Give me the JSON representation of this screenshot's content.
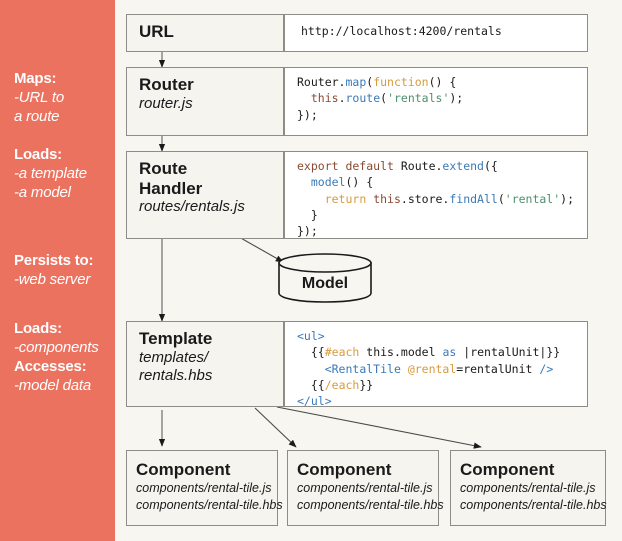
{
  "colors": {
    "rail_bg": "#ec7260",
    "canvas_bg": "#f7f6f1",
    "box_bg": "#f5f4ef",
    "code_bg": "#ffffff",
    "border": "#8d8d87",
    "text": "#1a1a1a",
    "rail_text": "#ffffff",
    "token_keyword": "#8b4a32",
    "token_function": "#3a7ab8",
    "token_orange": "#d79b3c",
    "token_string": "#4e8f6f"
  },
  "rail": {
    "groups": [
      {
        "head": "Maps:",
        "lines": [
          "-URL to",
          "a route"
        ]
      },
      {
        "head": "Loads:",
        "lines": [
          "-a template",
          "-a model"
        ]
      },
      {
        "head": "Persists to:",
        "lines": [
          "-web server"
        ]
      },
      {
        "head": "Loads:",
        "lines": [
          "-components"
        ]
      },
      {
        "head": "Accesses:",
        "lines": [
          "-model data"
        ]
      }
    ]
  },
  "stages": {
    "url": {
      "title": "URL",
      "file": "",
      "code_plain": "http://localhost:4200/rentals"
    },
    "router": {
      "title": "Router",
      "file": "router.js",
      "code_plain": "Router.map(function() {\n  this.route('rentals');\n});"
    },
    "route_handler": {
      "title": "Route\nHandler",
      "file": "routes/rentals.js",
      "code_plain": "export default Route.extend({\n  model() {\n    return this.store.findAll('rental');\n  }\n});"
    },
    "template": {
      "title": "Template",
      "file": "templates/\n   rentals.hbs",
      "code_plain": "<ul>\n  {{#each this.model as |rentalUnit|}}\n    <RentalTile @rental=rentalUnit />\n  {{/each}}\n</ul>"
    }
  },
  "model_node": {
    "label": "Model",
    "shape": "cylinder"
  },
  "components": [
    {
      "title": "Component",
      "files": [
        "components/rental-tile.js",
        "components/rental-tile.hbs"
      ]
    },
    {
      "title": "Component",
      "files": [
        "components/rental-tile.js",
        "components/rental-tile.hbs"
      ]
    },
    {
      "title": "Component",
      "files": [
        "components/rental-tile.js",
        "components/rental-tile.hbs"
      ]
    }
  ]
}
